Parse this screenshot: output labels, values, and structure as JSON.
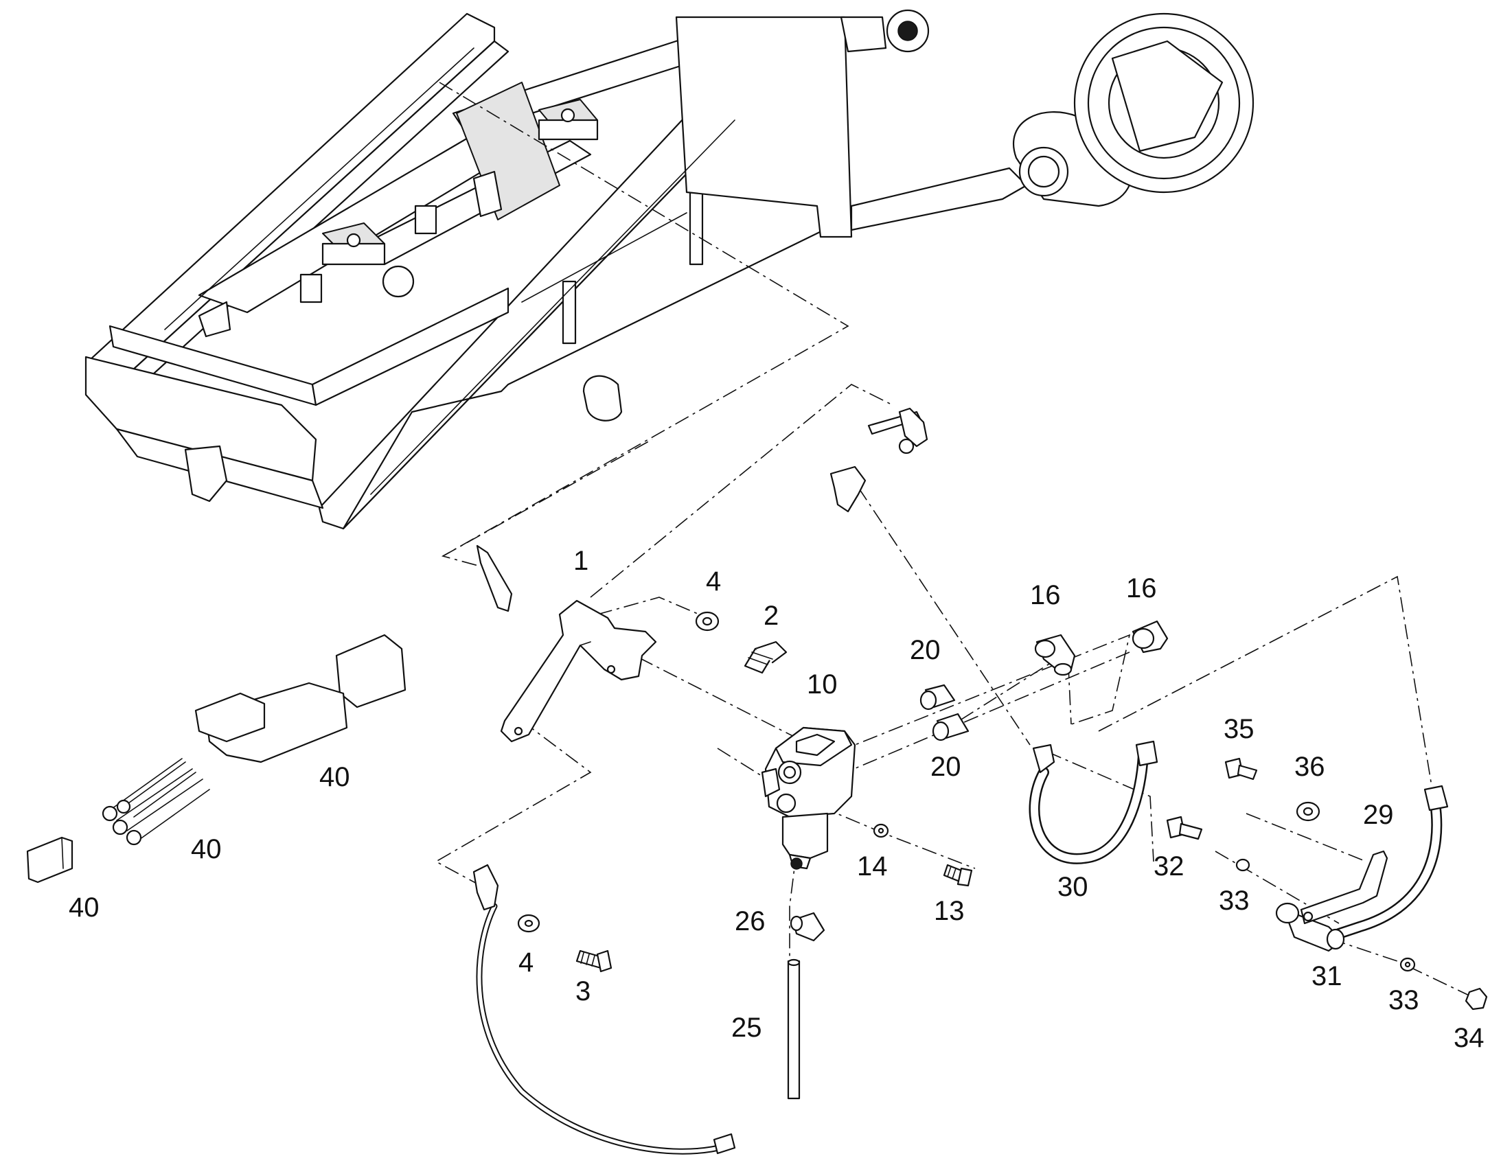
{
  "callouts": [
    {
      "id": "c1",
      "text": "1"
    },
    {
      "id": "c2",
      "text": "2"
    },
    {
      "id": "c3",
      "text": "3"
    },
    {
      "id": "c4a",
      "text": "4"
    },
    {
      "id": "c4b",
      "text": "4"
    },
    {
      "id": "c10",
      "text": "10"
    },
    {
      "id": "c13",
      "text": "13"
    },
    {
      "id": "c14",
      "text": "14"
    },
    {
      "id": "c16a",
      "text": "16"
    },
    {
      "id": "c16b",
      "text": "16"
    },
    {
      "id": "c20a",
      "text": "20"
    },
    {
      "id": "c20b",
      "text": "20"
    },
    {
      "id": "c25",
      "text": "25"
    },
    {
      "id": "c26",
      "text": "26"
    },
    {
      "id": "c29",
      "text": "29"
    },
    {
      "id": "c30",
      "text": "30"
    },
    {
      "id": "c31",
      "text": "31"
    },
    {
      "id": "c32",
      "text": "32"
    },
    {
      "id": "c33a",
      "text": "33"
    },
    {
      "id": "c33b",
      "text": "33"
    },
    {
      "id": "c34",
      "text": "34"
    },
    {
      "id": "c35",
      "text": "35"
    },
    {
      "id": "c36",
      "text": "36"
    },
    {
      "id": "c40a",
      "text": "40"
    },
    {
      "id": "c40b",
      "text": "40"
    },
    {
      "id": "c40c",
      "text": "40"
    }
  ]
}
